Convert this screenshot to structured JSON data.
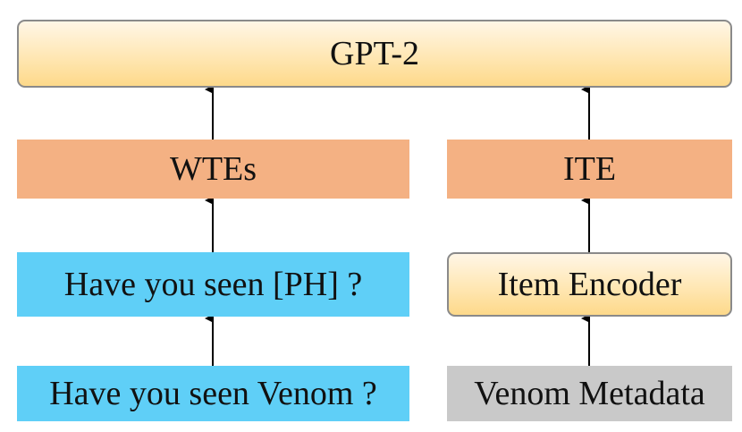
{
  "diagram": {
    "gpt2_label": "GPT-2",
    "wtes_label": "WTEs",
    "ite_label": "ITE",
    "placeholder_sentence": "Have you seen [PH] ?",
    "item_encoder_label": "Item Encoder",
    "original_sentence": "Have you seen Venom ?",
    "metadata_label": "Venom Metadata"
  },
  "colors": {
    "gold_box": "#fde3a7",
    "orange_box": "#f4b183",
    "blue_box": "#5fcff7",
    "gray_box": "#c9c9c9",
    "arrow": "#000000"
  }
}
